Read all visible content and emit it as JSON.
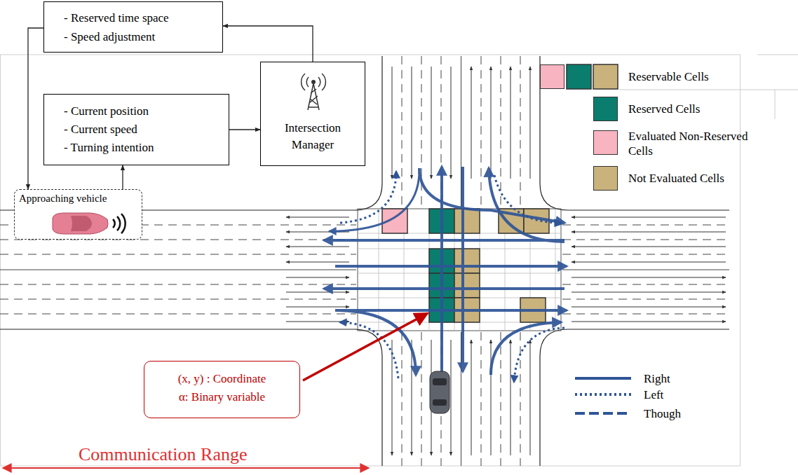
{
  "diagram": {
    "nodes": [
      {
        "text": [
          "- Reserved time space",
          "- Speed adjustment"
        ]
      },
      {
        "text": [
          "- Current position",
          "- Current speed",
          "- Turning intention"
        ]
      },
      {
        "text": [
          "Intersection Manager"
        ]
      },
      {
        "text": [
          "Approaching vehicle"
        ]
      },
      {
        "text": [
          "(x, y) : Coordinate",
          "α: Binary variable"
        ]
      }
    ],
    "edges": [
      {
        "from": 2,
        "to": 0,
        "arrow": "to"
      },
      {
        "from": 1,
        "to": 2,
        "arrow": "to"
      },
      {
        "from": 0,
        "to": 3,
        "arrow": "to"
      },
      {
        "from": 3,
        "to": 1,
        "arrow": "to"
      }
    ],
    "labels": [
      "Communication Range"
    ],
    "legend": [
      {
        "text": "Reservable Cells",
        "color": "#f8b4c0"
      },
      {
        "text": "Reserved Cells",
        "color": "#0a7d6f"
      },
      {
        "text": "Evaluated Non-Reserved Cells",
        "color": "#f8b4c0"
      },
      {
        "text": "Not Evaluated Cells",
        "color": "#c9b27c"
      },
      {
        "text": "Right"
      },
      {
        "text": "Left"
      },
      {
        "text": "Though"
      }
    ]
  }
}
